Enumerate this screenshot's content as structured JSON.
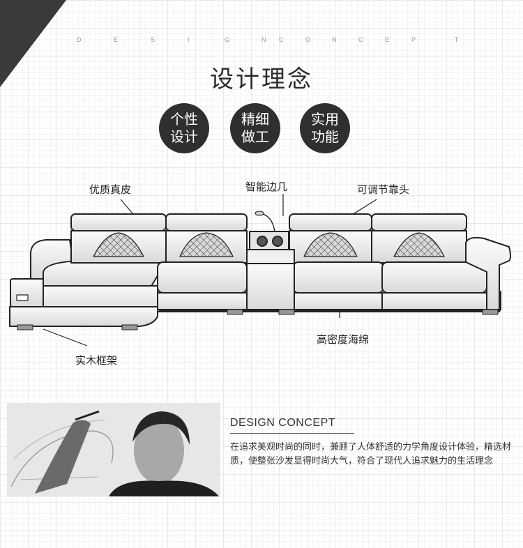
{
  "header": {
    "eyebrow_letters": [
      "D",
      "E",
      "S",
      "I",
      "G",
      "N",
      "C",
      "O",
      "N",
      "C",
      "E",
      "P",
      "T"
    ],
    "title": "设计理念"
  },
  "badges": [
    {
      "line1": "个性",
      "line2": "设计"
    },
    {
      "line1": "精细",
      "line2": "做工"
    },
    {
      "line1": "实用",
      "line2": "功能"
    }
  ],
  "callouts": {
    "leather": "优质真皮",
    "side_table": "智能边几",
    "headrest": "可调节靠头",
    "sponge": "高密度海绵",
    "frame": "实木框架"
  },
  "concept": {
    "heading": "DESIGN CONCEPT",
    "body": "在追求美观时尚的同时，兼顾了人体舒适的力学角度设计体验，精选材质，使整张沙发显得时尚大气，符合了现代人追求魅力的生活理念"
  },
  "colors": {
    "dark": "#2f2f2f",
    "grid": "#e9e9e9"
  }
}
